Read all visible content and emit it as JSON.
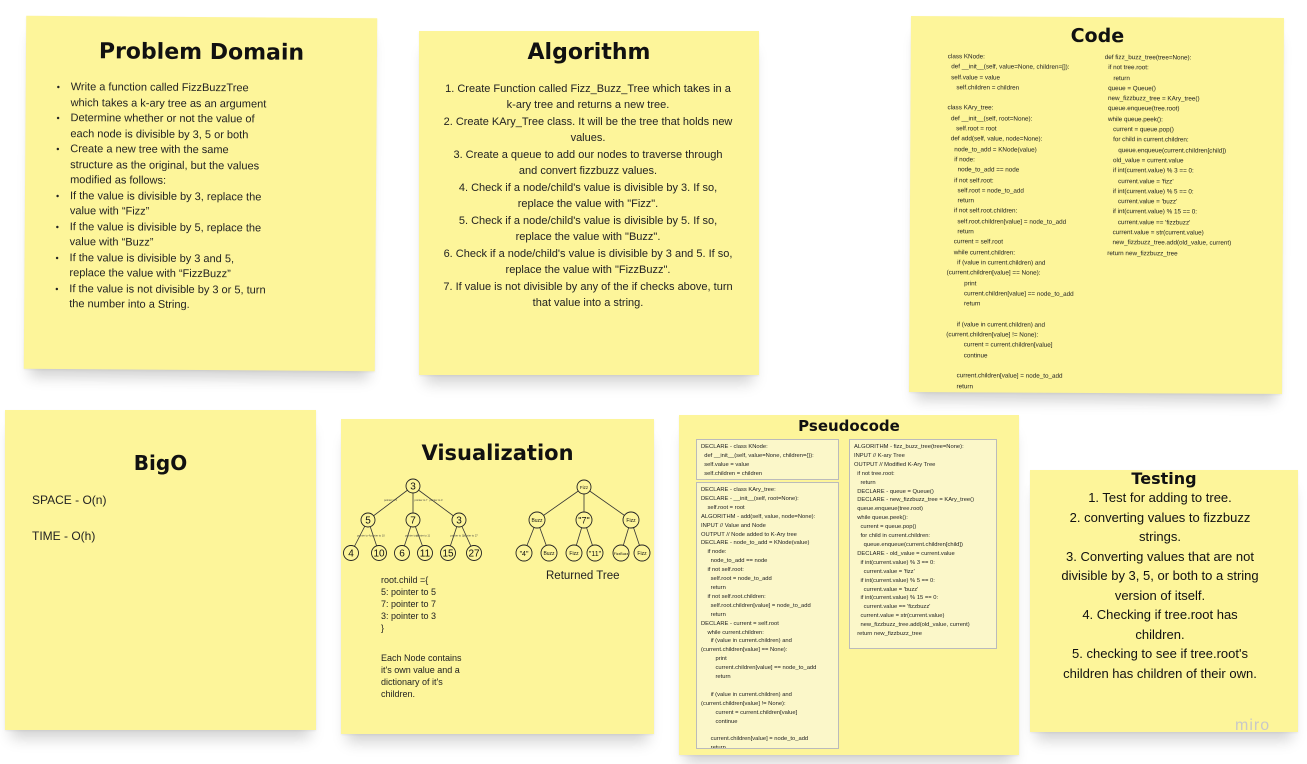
{
  "problem_domain": {
    "title": "Problem Domain",
    "items": [
      "Write a function called FizzBuzzTree which takes a k-ary tree as an argument",
      "Determine whether or not the value of each node is divisible by 3, 5 or both",
      "Create a new tree with the same structure as the original, but the values modified as follows:",
      "If the value is divisible by 3, replace the value with “Fizz”",
      "If the value is divisible by 5, replace the value with “Buzz”",
      "If the value is divisible by 3 and 5, replace the value with “FizzBuzz”",
      "If the value is not divisible by 3 or 5, turn the number into a String."
    ]
  },
  "algorithm": {
    "title": "Algorithm",
    "steps": [
      "1. Create Function called Fizz_Buzz_Tree which takes in a k-ary tree and returns a new tree.",
      "2. Create KAry_Tree class. It will be the tree that holds new values.",
      "3. Create a queue to add our nodes to traverse through and convert fizzbuzz values.",
      "4. Check if a node/child's value is divisible by 3. If so, replace the value with \"Fizz\".",
      "5. Check if a node/child's value is divisible by 5. If so, replace the value with \"Buzz\".",
      "6. Check if a node/child's value is divisible by 3 and 5. If so, replace the value with \"FizzBuzz\".",
      "7. If value is not divisible by any of the if checks above, turn that value into a string."
    ]
  },
  "code": {
    "title": "Code",
    "left": "class KNode:\n  def __init__(self, value=None, children=[]):\n  self.value = value\n     self.children = children\n\nclass KAry_tree:\n  def __init__(self, root=None):\n     self.root = root\n  def add(self, value, node=None):\n    node_to_add = KNode(value)\n    if node:\n      node_to_add == node\n    if not self.root:\n      self.root = node_to_add\n      return\n    if not self.root.children:\n      self.root.children[value] = node_to_add\n      return\n    current = self.root\n    while current.children:\n      if (value in current.children) and\n(current.children[value] == None):\n          print\n          current.children[value] == node_to_add\n          return\n\n      if (value in current.children) and\n(current.children[value] != None):\n          current = current.children[value]\n          continue\n\n      current.children[value] = node_to_add\n      return",
    "right": "def fizz_buzz_tree(tree=None):\n  if not tree.root:\n     return\n  queue = Queue()\n  new_fizzbuzz_tree = KAry_tree()\n  queue.enqueue(tree.root)\n  while queue.peek():\n     current = queue.pop()\n     for child in current.children:\n        queue.enqueue(current.children[child])\n     old_value = current.value\n     if int(current.value) % 3 == 0:\n        current.value = 'fizz'\n     if int(current.value) % 5 == 0:\n        current.value = 'buzz'\n     if int(current.value) % 15 == 0:\n        current.value == 'fizzbuzz'\n     current.value = str(current.value)\n     new_fizzbuzz_tree.add(old_value, current)\n  return new_fizzbuzz_tree"
  },
  "bigo": {
    "title": "BigO",
    "space": "SPACE - O(n)",
    "time": "TIME - O(h)"
  },
  "visualization": {
    "title": "Visualization",
    "left_tree": {
      "root": "3",
      "children": [
        "5",
        "7",
        "3"
      ],
      "leaves": [
        "4",
        "10",
        "6",
        "11",
        "15",
        "27"
      ],
      "edge_labels": [
        "pointer to 5",
        "pointer to 7",
        "pointer to 3",
        "pointer to 4",
        "pointer to 10",
        "pointer to 6",
        "pointer to 11",
        "pointer to 15",
        "pointer to 27"
      ]
    },
    "right_tree": {
      "root": "Fizz",
      "children": [
        "Buzz",
        "\"7\"",
        "Fizz"
      ],
      "leaves": [
        "\"4\"",
        "Buzz",
        "Fizz",
        "\"11\"",
        "FizzBuzz",
        "Fizz"
      ],
      "caption": "Returned Tree"
    },
    "child_lines": [
      "root.child ={",
      "5: pointer to 5",
      "7: pointer to 7",
      "3: pointer to 3",
      "}"
    ],
    "node_note": "Each Node contains it's own value and a dictionary of it's children."
  },
  "pseudocode": {
    "title": "Pseudocode",
    "box1": "DECLARE - class KNode:\n  def __init__(self, value=None, children={}):\n  self.value = value\n  self.children = children",
    "box2": "DECLARE - class KAry_tree:\nDECLARE - __init__(self, root=None):\n    self.root = root\nALGORITHM - add(self, value, node=None):\nINPUT // Value and Node\nOUTPUT // Node added to K-Ary tree\nDECLARE - node_to_add = KNode(value)\n    if node:\n      node_to_add == node\n    if not self.root:\n      self.root = node_to_add\n      return\n    if not self.root.children:\n      self.root.children[value] = node_to_add\n      return\nDECLARE - current = self.root\n    while current.children:\n      if (value in current.children) and\n(current.children[value] == None):\n         print\n         current.children[value] == node_to_add\n         return\n\n      if (value in current.children) and\n(current.children[value] != None):\n         current = current.children[value]\n         continue\n\n      current.children[value] = node_to_add\n      return",
    "box3": "ALGORITHM - fizz_buzz_tree(tree=None):\nINPUT // K-ary Tree\nOUTPUT // Modified K-Ary Tree\n  if not tree.root:\n    return\n  DECLARE - queue = Queue()\n  DECLARE - new_fizzbuzz_tree = KAry_tree()\n  queue.enqueue(tree.root)\n  while queue.peek():\n    current = queue.pop()\n    for child in current.children:\n      queue.enqueue(current.children[child])\n  DECLARE - old_value = current.value\n    if int(current.value) % 3 == 0:\n      current.value = 'fizz'\n    if int(current.value) % 5 == 0:\n      current.value = 'buzz'\n    if int(current.value) % 15 == 0:\n      current.value == 'fizzbuzz'\n    current.value = str(current.value)\n    new_fizzbuzz_tree.add(old_value, current)\n  return new_fizzbuzz_tree"
  },
  "testing": {
    "title": "Testing",
    "items": [
      "1. Test for adding to tree.",
      "2. converting values to fizzbuzz strings.",
      "3. Converting values that are not divisible by 3, 5, or both to a string version of itself.",
      "4. Checking if tree.root has children.",
      "5. checking to see if tree.root's children has children of their own."
    ]
  },
  "watermark": "miro"
}
